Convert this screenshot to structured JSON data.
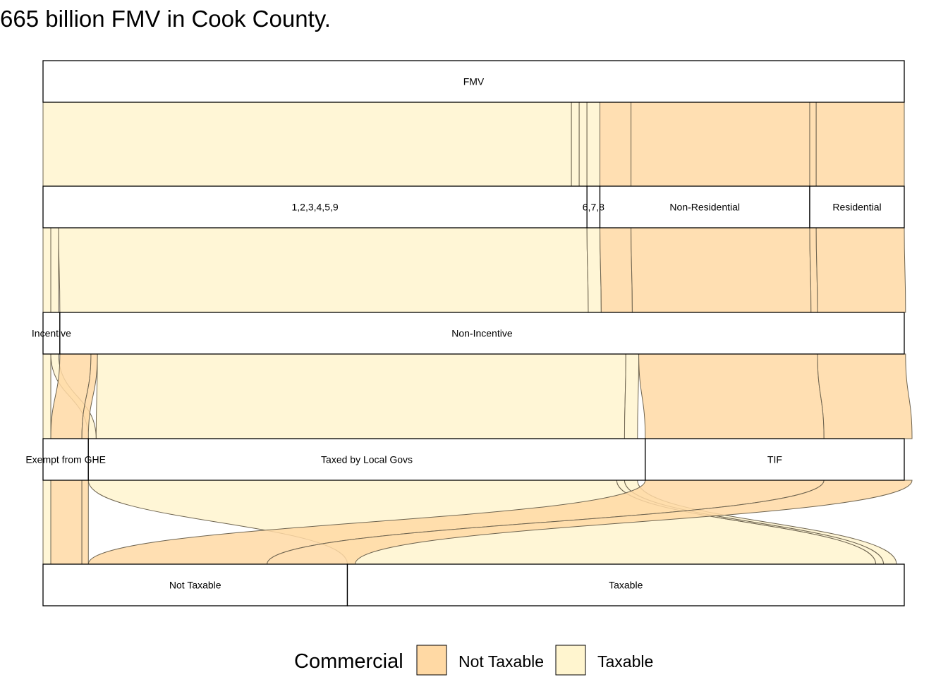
{
  "title": "665 billion FMV in Cook County.",
  "colors": {
    "not_taxable": "#FFD9A4",
    "taxable": "#FFF5CF",
    "stroke": "#000000",
    "flow_stroke": "#6E6450"
  },
  "chart_data": {
    "type": "alluvial",
    "title": "665 billion FMV in Cook County.",
    "fill_variable": "Commercial",
    "legend": {
      "title": "Commercial",
      "position": "bottom",
      "entries": [
        {
          "label": "Not Taxable",
          "color": "#FFD9A4"
        },
        {
          "label": "Taxable",
          "color": "#FFF5CF"
        }
      ]
    },
    "stages": [
      {
        "name": "stage1",
        "strata": [
          {
            "label": "FMV",
            "value": 665
          }
        ]
      },
      {
        "name": "stage2",
        "strata": [
          {
            "label": "1,2,3,4,5,9",
            "value": 420
          },
          {
            "label": "6,7,8",
            "value": 10
          },
          {
            "label": "Non-Residential",
            "value": 162
          },
          {
            "label": "Residential",
            "value": 73
          }
        ]
      },
      {
        "name": "stage3",
        "strata": [
          {
            "label": "Incentive",
            "value": 13
          },
          {
            "label": "Non-Incentive",
            "value": 652
          }
        ]
      },
      {
        "name": "stage4",
        "strata": [
          {
            "label": "Exempt from GHE",
            "value": 35
          },
          {
            "label": "Taxed by Local Govs",
            "value": 430
          },
          {
            "label": "TIF",
            "value": 200
          }
        ]
      },
      {
        "name": "stage5",
        "strata": [
          {
            "label": "Not Taxable",
            "value": 235
          },
          {
            "label": "Taxable",
            "value": 430
          }
        ]
      }
    ],
    "flows": [
      {
        "path": [
          "FMV",
          "1,2,3,4,5,9",
          "Non-Incentive",
          "Taxed by Local Govs",
          "Taxable"
        ],
        "value": 408,
        "commercial": "Taxable"
      },
      {
        "path": [
          "FMV",
          "1,2,3,4,5,9",
          "Incentive",
          "Exempt from GHE",
          "Not Taxable"
        ],
        "value": 6,
        "commercial": "Taxable"
      },
      {
        "path": [
          "FMV",
          "1,2,3,4,5,9",
          "Incentive",
          "Taxed by Local Govs",
          "Taxable"
        ],
        "value": 6,
        "commercial": "Taxable"
      },
      {
        "path": [
          "FMV",
          "6,7,8",
          "Non-Incentive",
          "Taxed by Local Govs",
          "Taxable"
        ],
        "value": 10,
        "commercial": "Taxable"
      },
      {
        "path": [
          "FMV",
          "Non-Residential",
          "Non-Incentive",
          "Exempt from GHE",
          "Not Taxable"
        ],
        "value": 24,
        "commercial": "Not Taxable"
      },
      {
        "path": [
          "FMV",
          "Non-Residential",
          "Non-Incentive",
          "TIF",
          "Not Taxable"
        ],
        "value": 138,
        "commercial": "Not Taxable"
      },
      {
        "path": [
          "FMV",
          "Residential",
          "Non-Incentive",
          "Exempt from GHE",
          "Not Taxable"
        ],
        "value": 5,
        "commercial": "Not Taxable"
      },
      {
        "path": [
          "FMV",
          "Residential",
          "Non-Incentive",
          "TIF",
          "Not Taxable"
        ],
        "value": 68,
        "commercial": "Not Taxable"
      }
    ]
  }
}
